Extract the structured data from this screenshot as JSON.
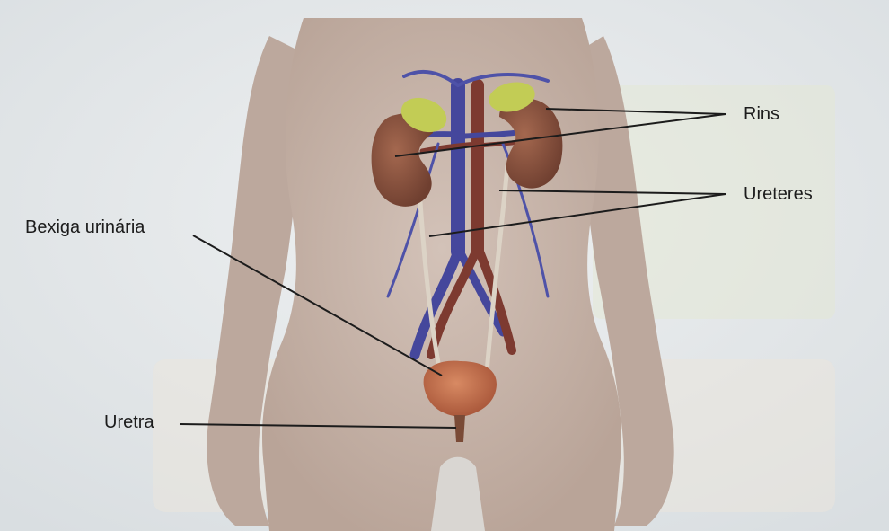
{
  "labels": {
    "rins": "Rins",
    "ureteres": "Ureteres",
    "bexiga": "Bexiga urinária",
    "uretra": "Uretra"
  },
  "colors": {
    "background": "#e9ecee",
    "skin": "#c8b6ac",
    "kidney": "#8a5340",
    "adrenal": "#c2cc55",
    "vein": "#45479c",
    "artery": "#7d3a30",
    "ureter": "#dcd3c6",
    "bladder": "#c26a45",
    "leader_line": "#1c1c1c"
  }
}
